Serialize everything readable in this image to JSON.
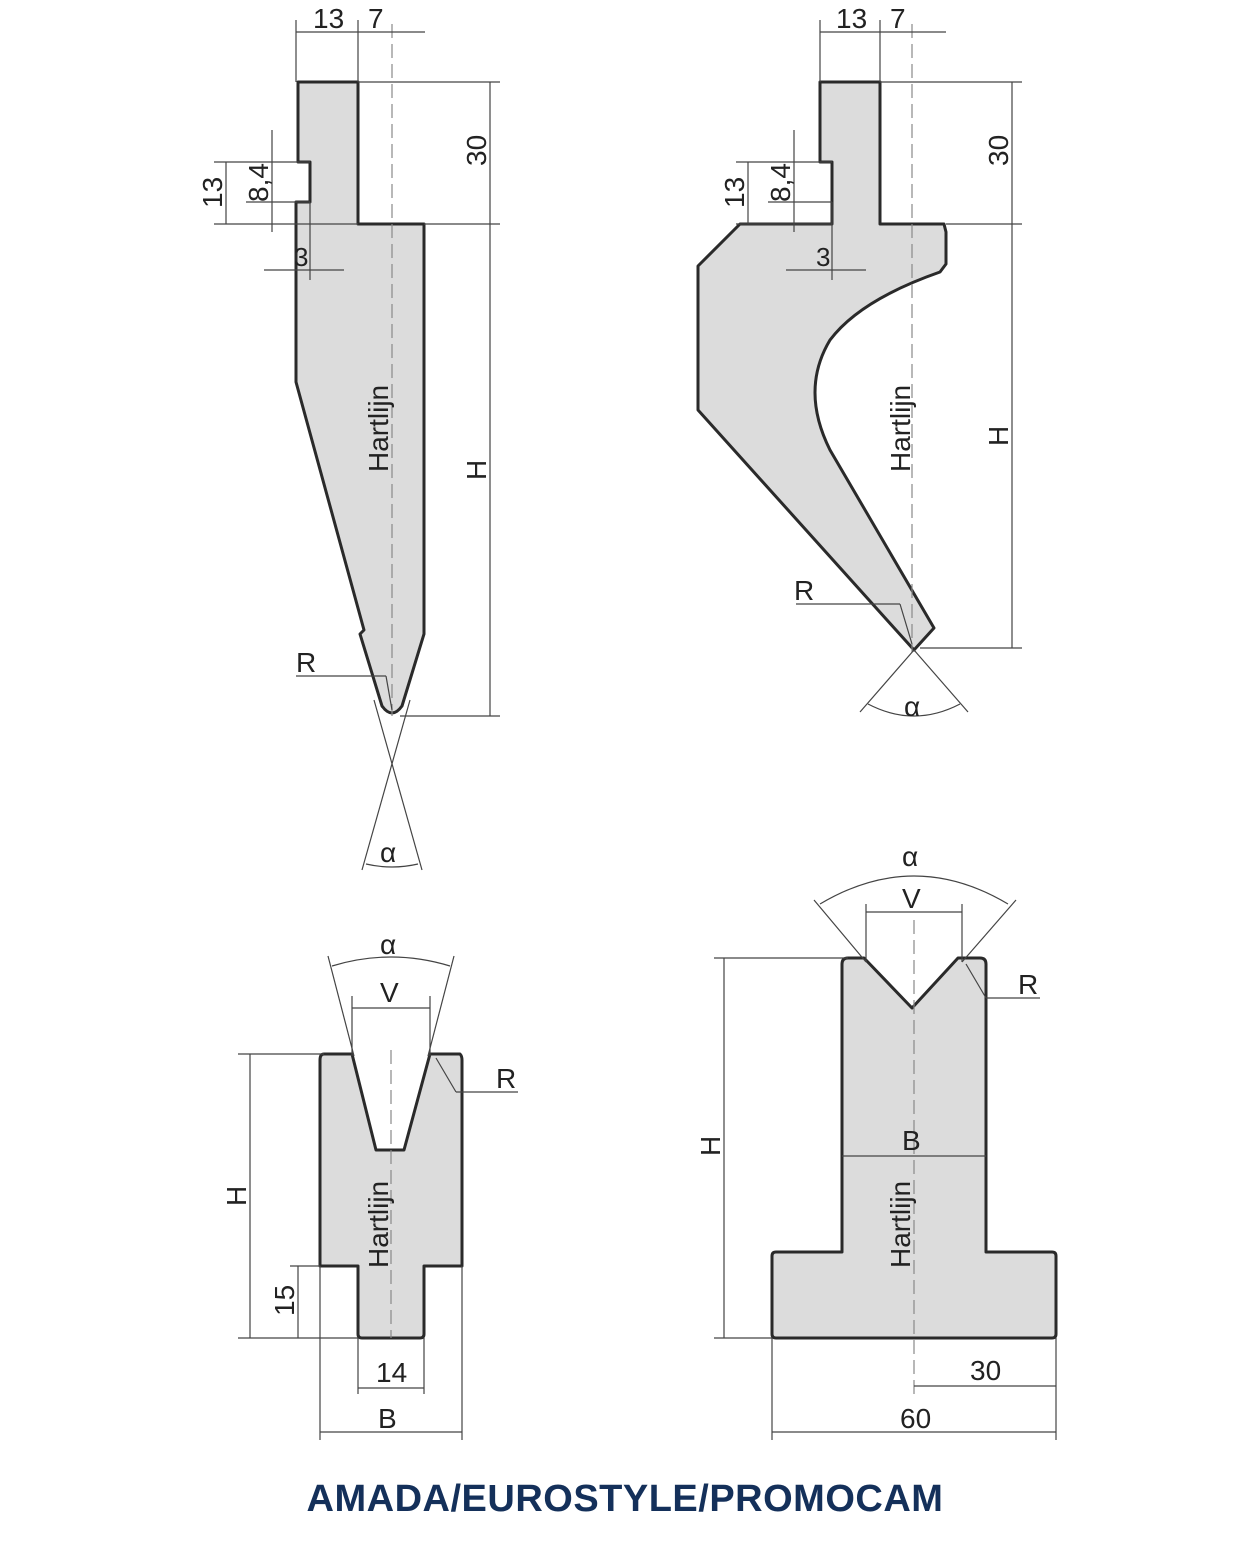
{
  "caption": "AMADA/EUROSTYLE/PROMOCAM",
  "colors": {
    "part_fill": "#dcdcdc",
    "outline": "#2a2a2a",
    "caption": "#14305a"
  },
  "punch_straight": {
    "dim_top_left": "13",
    "dim_top_right": "7",
    "dim_tang": "30",
    "dim_slot_outer": "13",
    "dim_slot_inner": "8,4",
    "dim_slot_depth": "3",
    "dim_height": "H",
    "centerline": "Hartlijn",
    "radius": "R",
    "angle": "α"
  },
  "punch_gooseneck": {
    "dim_top_left": "13",
    "dim_top_right": "7",
    "dim_tang": "30",
    "dim_slot_outer": "13",
    "dim_slot_inner": "8,4",
    "dim_slot_depth": "3",
    "dim_height": "H",
    "centerline": "Hartlijn",
    "radius": "R",
    "angle": "α"
  },
  "die_small": {
    "angle": "α",
    "opening": "V",
    "radius": "R",
    "dim_height": "H",
    "centerline": "Hartlijn",
    "dim_tang_height": "15",
    "dim_tang_width": "14",
    "dim_width": "B"
  },
  "die_large": {
    "angle": "α",
    "opening": "V",
    "radius": "R",
    "dim_height": "H",
    "dim_width": "B",
    "centerline": "Hartlijn",
    "dim_half_base": "30",
    "dim_base": "60"
  }
}
